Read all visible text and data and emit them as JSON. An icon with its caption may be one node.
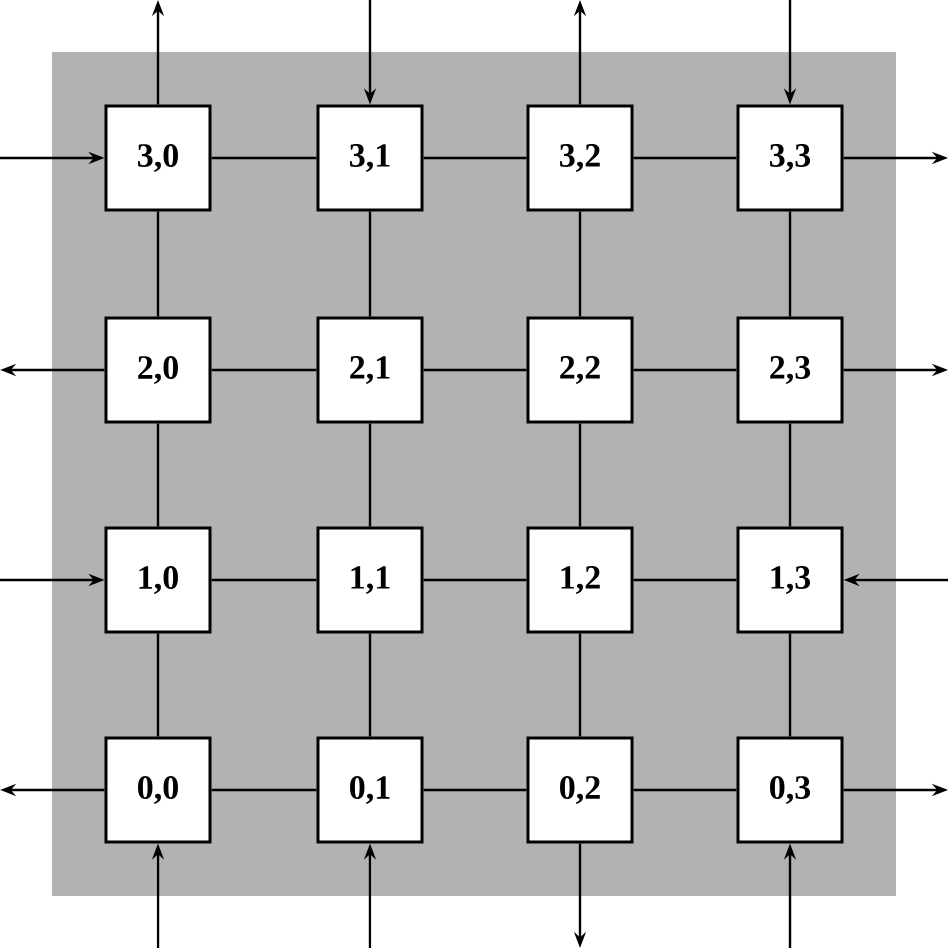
{
  "diagram": {
    "nodes": [
      {
        "text": [
          "3,0"
        ]
      },
      {
        "text": [
          "3,1"
        ]
      },
      {
        "text": [
          "3,2"
        ]
      },
      {
        "text": [
          "3,3"
        ]
      },
      {
        "text": [
          "2,0"
        ]
      },
      {
        "text": [
          "2,1"
        ]
      },
      {
        "text": [
          "2,2"
        ]
      },
      {
        "text": [
          "2,3"
        ]
      },
      {
        "text": [
          "1,0"
        ]
      },
      {
        "text": [
          "1,1"
        ]
      },
      {
        "text": [
          "1,2"
        ]
      },
      {
        "text": [
          "1,3"
        ]
      },
      {
        "text": [
          "0,0"
        ]
      },
      {
        "text": [
          "0,1"
        ]
      },
      {
        "text": [
          "0,2"
        ]
      },
      {
        "text": [
          "0,3"
        ]
      }
    ],
    "edges": [
      {
        "from": 0,
        "to": 1,
        "arrow": "none"
      },
      {
        "from": 1,
        "to": 2,
        "arrow": "none"
      },
      {
        "from": 2,
        "to": 3,
        "arrow": "none"
      },
      {
        "from": 4,
        "to": 5,
        "arrow": "none"
      },
      {
        "from": 5,
        "to": 6,
        "arrow": "none"
      },
      {
        "from": 6,
        "to": 7,
        "arrow": "none"
      },
      {
        "from": 8,
        "to": 9,
        "arrow": "none"
      },
      {
        "from": 9,
        "to": 10,
        "arrow": "none"
      },
      {
        "from": 10,
        "to": 11,
        "arrow": "none"
      },
      {
        "from": 12,
        "to": 13,
        "arrow": "none"
      },
      {
        "from": 13,
        "to": 14,
        "arrow": "none"
      },
      {
        "from": 14,
        "to": 15,
        "arrow": "none"
      },
      {
        "from": 0,
        "to": 4,
        "arrow": "none"
      },
      {
        "from": 4,
        "to": 8,
        "arrow": "none"
      },
      {
        "from": 8,
        "to": 12,
        "arrow": "none"
      },
      {
        "from": 1,
        "to": 5,
        "arrow": "none"
      },
      {
        "from": 5,
        "to": 9,
        "arrow": "none"
      },
      {
        "from": 9,
        "to": 13,
        "arrow": "none"
      },
      {
        "from": 2,
        "to": 6,
        "arrow": "none"
      },
      {
        "from": 6,
        "to": 10,
        "arrow": "none"
      },
      {
        "from": 10,
        "to": 14,
        "arrow": "none"
      },
      {
        "from": 3,
        "to": 7,
        "arrow": "none"
      },
      {
        "from": 7,
        "to": 11,
        "arrow": "none"
      },
      {
        "from": 11,
        "to": 15,
        "arrow": "none"
      },
      {
        "from": 0,
        "to": null,
        "arrow": "to"
      },
      {
        "from": null,
        "to": 1,
        "arrow": "to"
      },
      {
        "from": 2,
        "to": null,
        "arrow": "to"
      },
      {
        "from": null,
        "to": 3,
        "arrow": "to"
      },
      {
        "from": null,
        "to": 0,
        "arrow": "to"
      },
      {
        "from": 4,
        "to": null,
        "arrow": "to"
      },
      {
        "from": null,
        "to": 8,
        "arrow": "to"
      },
      {
        "from": 12,
        "to": null,
        "arrow": "to"
      },
      {
        "from": 3,
        "to": null,
        "arrow": "to"
      },
      {
        "from": 7,
        "to": null,
        "arrow": "to"
      },
      {
        "from": null,
        "to": 11,
        "arrow": "to"
      },
      {
        "from": 15,
        "to": null,
        "arrow": "to"
      },
      {
        "from": null,
        "to": 12,
        "arrow": "to"
      },
      {
        "from": null,
        "to": 13,
        "arrow": "to"
      },
      {
        "from": 14,
        "to": null,
        "arrow": "to"
      },
      {
        "from": null,
        "to": 15,
        "arrow": "to"
      }
    ]
  }
}
